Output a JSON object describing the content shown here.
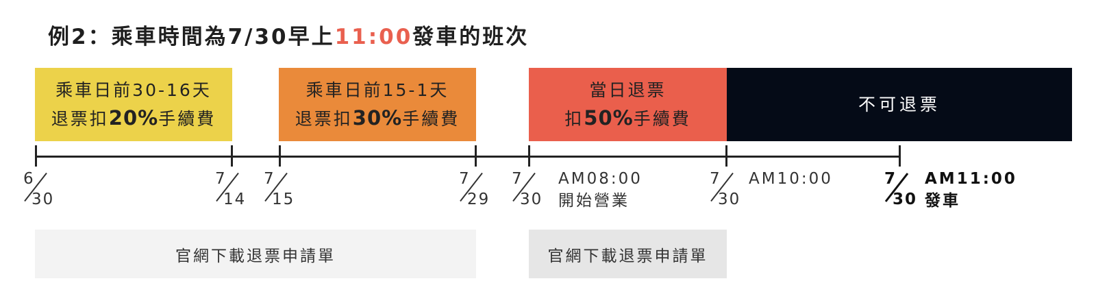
{
  "title": {
    "prefix": "例2：乘車時間為7/30早上",
    "highlight": "11:00",
    "suffix": "發車的班次",
    "highlight_color": "#e9604f"
  },
  "colors": {
    "yellow": "#ecd24a",
    "orange": "#ea8a3a",
    "red": "#ea5f4c",
    "black": "#050b17",
    "light_gray": "#f3f3f3",
    "mid_gray": "#e6e6e6"
  },
  "segments": [
    {
      "line1": "乘車日前30-16天",
      "line2_pre": "退票扣",
      "line2_pct": "20%",
      "line2_post": "手續費"
    },
    {
      "line1": "乘車日前15-1天",
      "line2_pre": "退票扣",
      "line2_pct": "30%",
      "line2_post": "手續費"
    },
    {
      "line1": "當日退票",
      "line2_pre": "扣",
      "line2_pct": "50%",
      "line2_post": "手續費"
    },
    {
      "line1": "不可退票"
    }
  ],
  "dates": [
    {
      "m": "6",
      "d": "30"
    },
    {
      "m": "7",
      "d": "14"
    },
    {
      "m": "7",
      "d": "15"
    },
    {
      "m": "7",
      "d": "29"
    },
    {
      "m": "7",
      "d": "30"
    },
    {
      "m": "7",
      "d": "30"
    },
    {
      "m": "7",
      "d": "30"
    }
  ],
  "notes": {
    "open_time": "AM08:00",
    "open_text": "開始營業",
    "cutoff_time": "AM10:00",
    "depart_time": "AM11:00",
    "depart_text": "發車"
  },
  "downloads": [
    {
      "label": "官網下載退票申請單"
    },
    {
      "label": "官網下載退票申請單"
    }
  ]
}
